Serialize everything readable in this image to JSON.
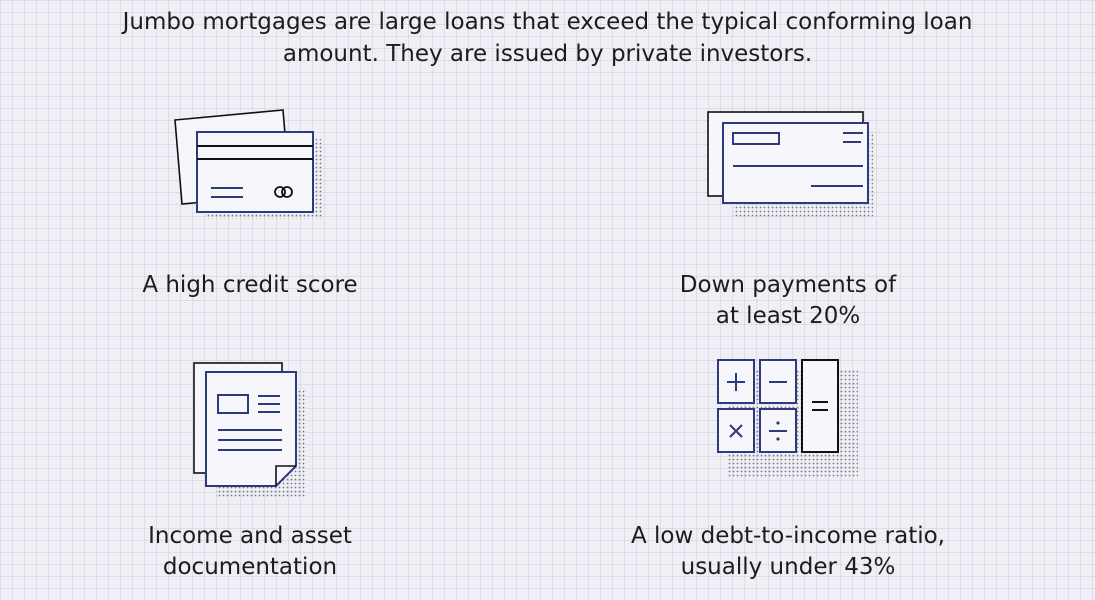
{
  "intro": {
    "line1": "Jumbo mortgages are large loans that exceed the typical conforming loan",
    "line2": "amount. They are issued by private investors."
  },
  "features": [
    {
      "icon": "credit-card-icon",
      "lines": [
        "A high credit score"
      ]
    },
    {
      "icon": "check-icon",
      "lines": [
        "Down payments of",
        "at least 20%"
      ]
    },
    {
      "icon": "documents-icon",
      "lines": [
        "Income and asset",
        "documentation"
      ]
    },
    {
      "icon": "calculator-icon",
      "lines": [
        "A low debt-to-income ratio,",
        "usually under 43%"
      ]
    }
  ],
  "colors": {
    "icon_stroke": "#2e3a80",
    "icon_fill": "#f6f6fb",
    "icon_outline": "#111111",
    "shadow_dots": "#7a7a85"
  }
}
